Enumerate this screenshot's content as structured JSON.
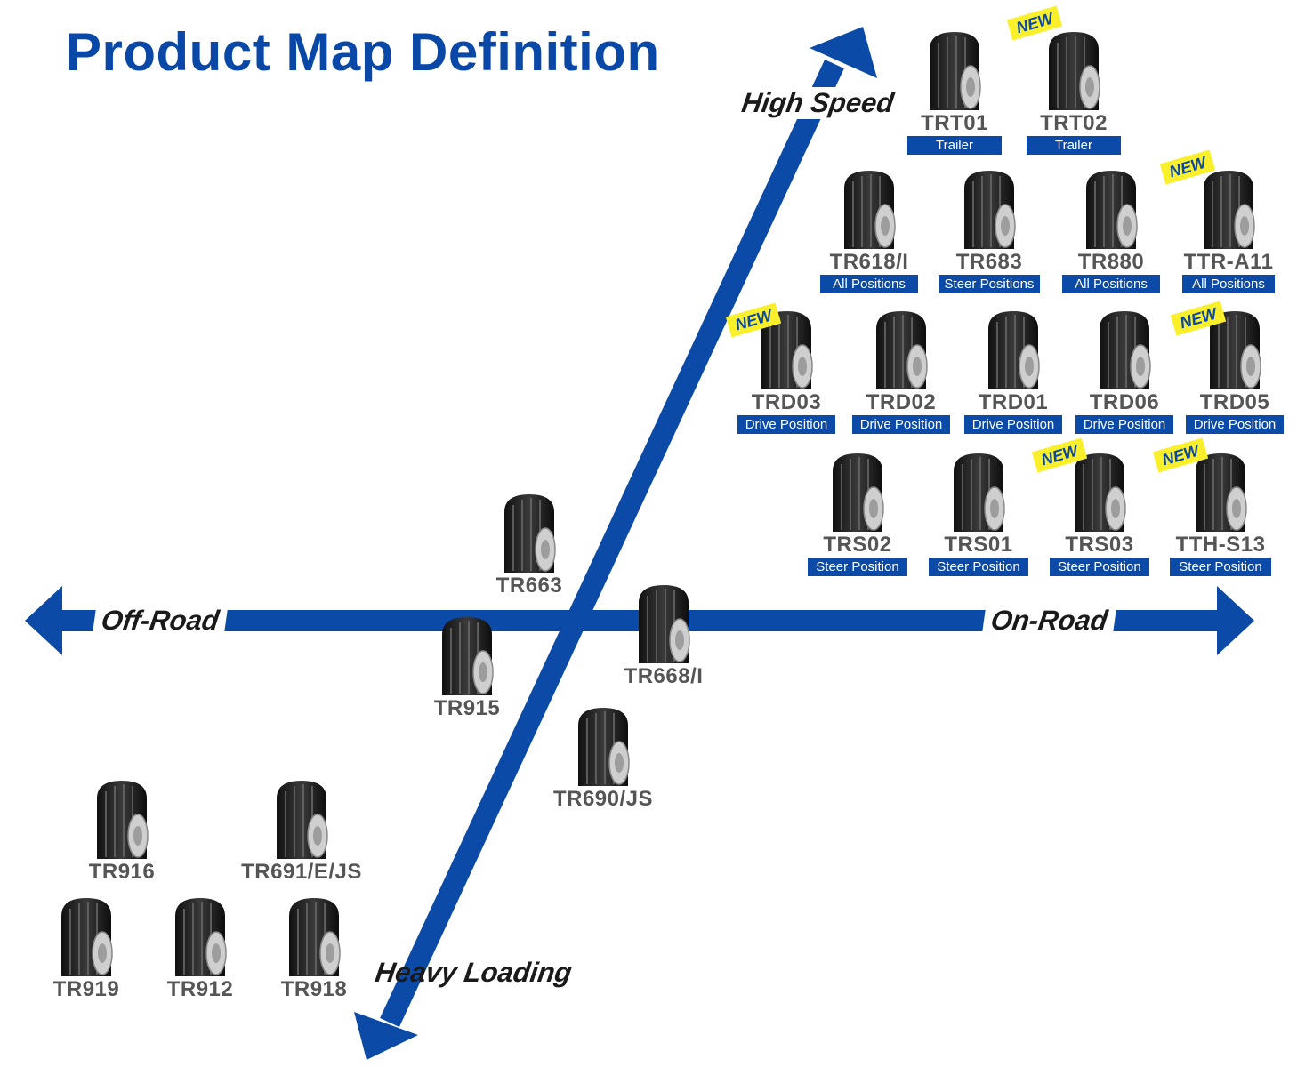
{
  "title": "Product Map Definition",
  "colors": {
    "axis": "#0b4aa6",
    "title": "#0a48a8",
    "badge": "#f9ef2a",
    "code": "#555555"
  },
  "axes": {
    "high_speed": "High Speed",
    "off_road": "Off-Road",
    "on_road": "On-Road",
    "heavy_loading": "Heavy Loading"
  },
  "badge_label": "NEW",
  "products": {
    "trt01": {
      "code": "TRT01",
      "position": "Trailer"
    },
    "trt02": {
      "code": "TRT02",
      "position": "Trailer",
      "new": true
    },
    "tr618": {
      "code": "TR618/I",
      "position": "All Positions"
    },
    "tr683": {
      "code": "TR683",
      "position": "Steer Positions"
    },
    "tr880": {
      "code": "TR880",
      "position": "All Positions"
    },
    "ttra11": {
      "code": "TTR-A11",
      "position": "All Positions",
      "new": true
    },
    "trd03": {
      "code": "TRD03",
      "position": "Drive Position",
      "new": true
    },
    "trd02": {
      "code": "TRD02",
      "position": "Drive Position"
    },
    "trd01": {
      "code": "TRD01",
      "position": "Drive Position"
    },
    "trd06": {
      "code": "TRD06",
      "position": "Drive Position"
    },
    "trd05": {
      "code": "TRD05",
      "position": "Drive Position",
      "new": true
    },
    "trs02": {
      "code": "TRS02",
      "position": "Steer Position"
    },
    "trs01": {
      "code": "TRS01",
      "position": "Steer Position"
    },
    "trs03": {
      "code": "TRS03",
      "position": "Steer Position",
      "new": true
    },
    "tths13": {
      "code": "TTH-S13",
      "position": "Steer Position",
      "new": true
    },
    "tr663": {
      "code": "TR663"
    },
    "tr915": {
      "code": "TR915"
    },
    "tr668": {
      "code": "TR668/I"
    },
    "tr690": {
      "code": "TR690/JS"
    },
    "tr916": {
      "code": "TR916"
    },
    "tr691": {
      "code": "TR691/E/JS"
    },
    "tr919": {
      "code": "TR919"
    },
    "tr912": {
      "code": "TR912"
    },
    "tr918": {
      "code": "TR918"
    }
  }
}
